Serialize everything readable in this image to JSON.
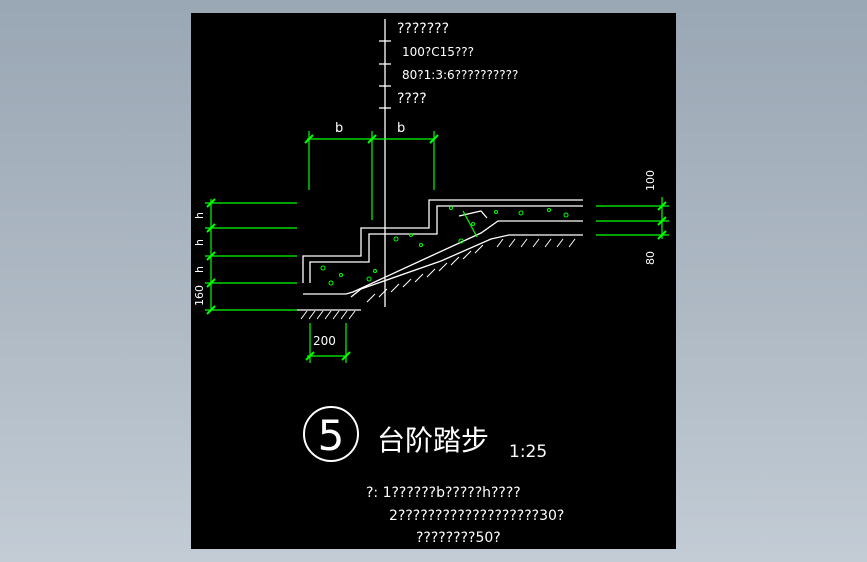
{
  "callouts": [
    "???????",
    "100?C15???",
    "80?1:3:6??????????",
    "????"
  ],
  "dimensions": {
    "b_left": "b",
    "b_right": "b",
    "h1": "h",
    "h2": "h",
    "h3": "h",
    "d160": "160",
    "d200": "200",
    "d100": "100",
    "d80": "80"
  },
  "title": {
    "number": "5",
    "text": "台阶踏步",
    "scale": "1:25"
  },
  "notes": {
    "line1": "?:  1??????b?????h????",
    "line2": "2???????????????????30?",
    "line3": "????????50?"
  },
  "colors": {
    "canvas": "#000000",
    "line": "#ffffff",
    "dimension": "#00ff00"
  }
}
